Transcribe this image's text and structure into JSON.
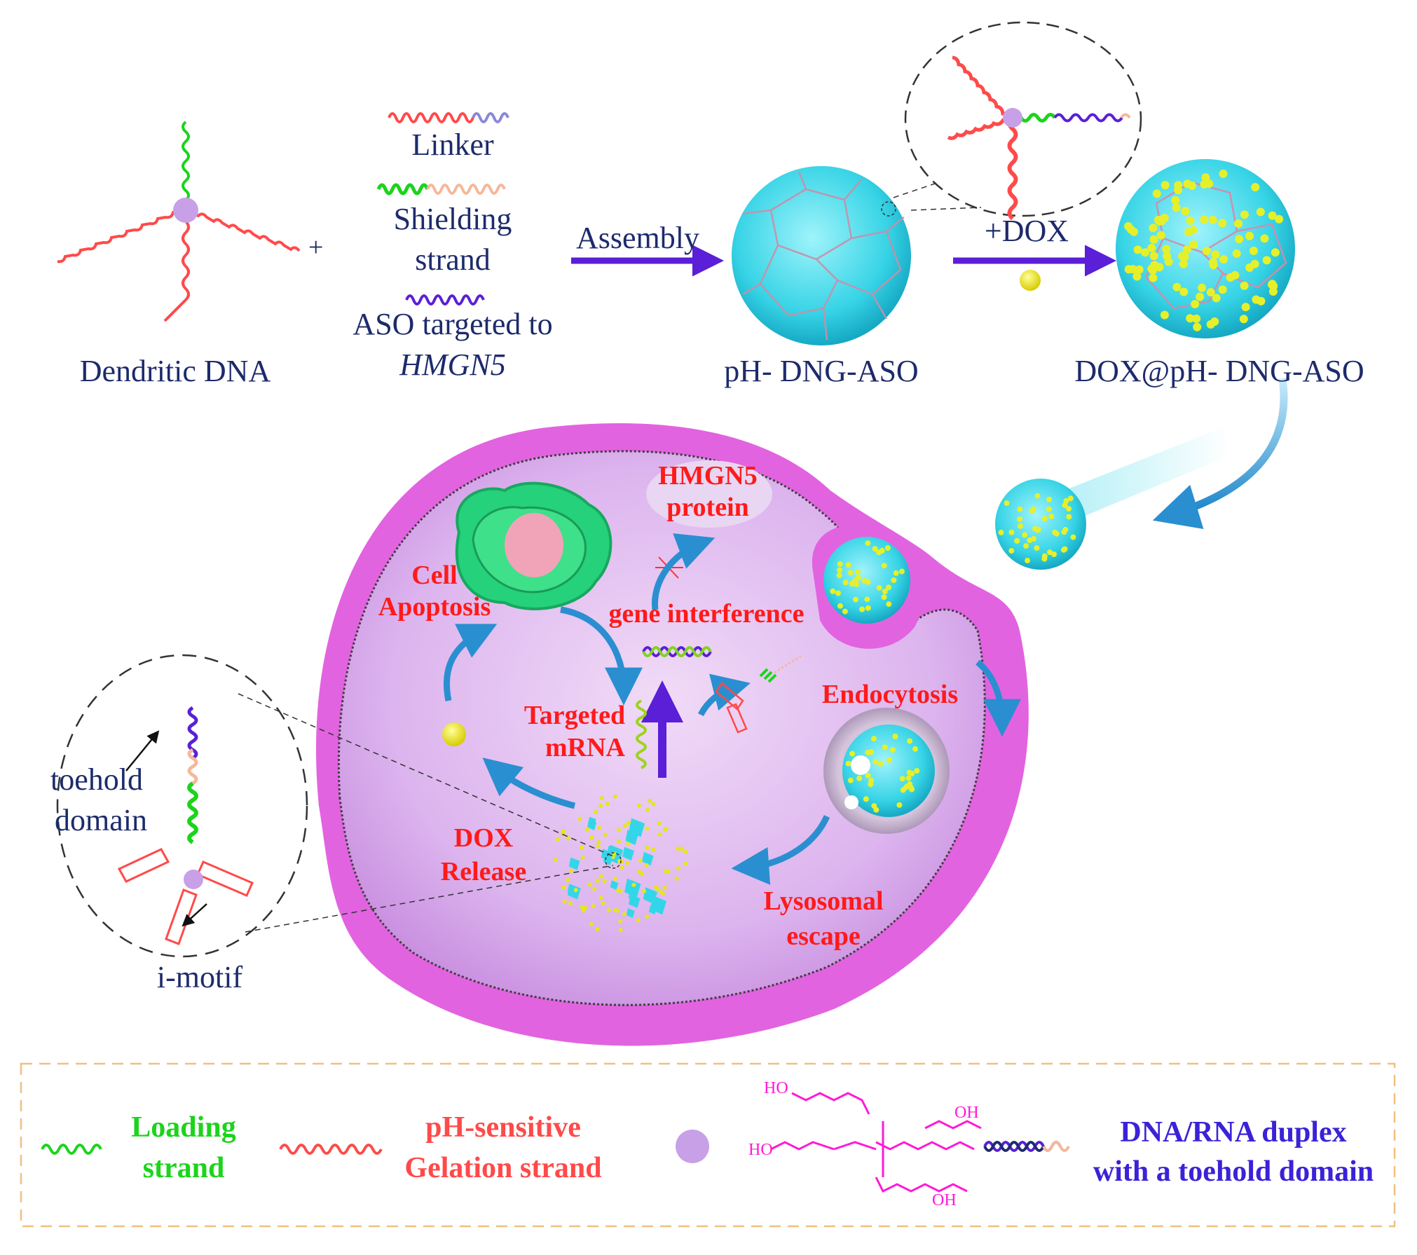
{
  "top": {
    "dendritic_label": "Dendritic DNA",
    "plus": "+",
    "linker": "Linker",
    "shielding_1": "Shielding",
    "shielding_2": "strand",
    "aso_1": "ASO targeted to",
    "aso_2": "HMGN5",
    "assembly": "Assembly",
    "dox_add": "+DOX",
    "gel_label": "pH- DNG-ASO",
    "dox_gel_label": "DOX@pH- DNG-ASO"
  },
  "cell": {
    "hmgn5_1": "HMGN5",
    "hmgn5_2": "protein",
    "apoptosis_1": "Cell",
    "apoptosis_2": "Apoptosis",
    "gene_interference": "gene interference",
    "targeted_1": "Targeted",
    "targeted_2": "mRNA",
    "endocytosis": "Endocytosis",
    "dox_release_1": "DOX",
    "dox_release_2": "Release",
    "lysosomal_1": "Lysosomal",
    "lysosomal_2": "escape"
  },
  "inset": {
    "toehold_1": "toehold",
    "toehold_2": "domain",
    "imotif": "i-motif"
  },
  "legend": {
    "loading_1": "Loading",
    "loading_2": "strand",
    "ph_1": "pH-sensitive",
    "ph_2": "Gelation strand",
    "oh_1": "HO",
    "oh_2": "OH",
    "oh_3": "HO",
    "oh_4": "OH",
    "duplex_1": "DNA/RNA duplex",
    "duplex_2": "with a toehold domain"
  },
  "colors": {
    "navy_text": "#1d2b6b",
    "red_text": "#ff1a1a",
    "green_strand": "#1bd41b",
    "red_strand": "#ff4a4a",
    "blue_strand": "#3a22d8",
    "membrane": "#e54fe0",
    "gel": "#33d6e8",
    "dox": "#e6e61a",
    "core": "#c7a0e8"
  }
}
